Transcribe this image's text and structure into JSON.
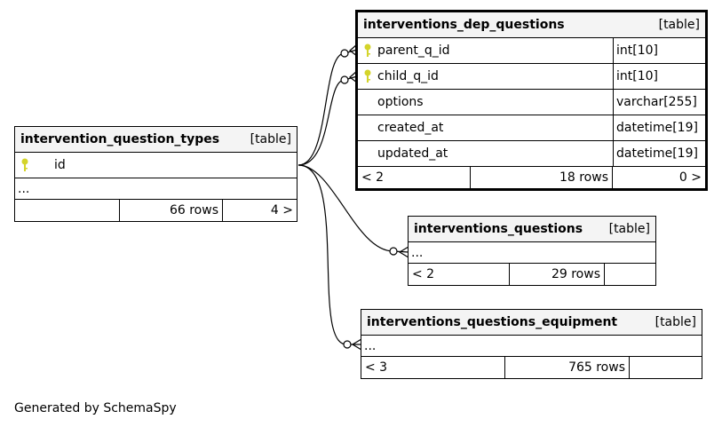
{
  "tables": {
    "intervention_question_types": {
      "name": "intervention_question_types",
      "type": "[table]",
      "column": "id",
      "ellipsis": "...",
      "footer": {
        "left": "",
        "rows": "66 rows",
        "right": "4 >"
      }
    },
    "interventions_dep_questions": {
      "name": "interventions_dep_questions",
      "type": "[table]",
      "columns": [
        {
          "name": "parent_q_id",
          "type": "int[10]",
          "key": true
        },
        {
          "name": "child_q_id",
          "type": "int[10]",
          "key": true
        },
        {
          "name": "options",
          "type": "varchar[255]",
          "key": false
        },
        {
          "name": "created_at",
          "type": "datetime[19]",
          "key": false
        },
        {
          "name": "updated_at",
          "type": "datetime[19]",
          "key": false
        }
      ],
      "footer": {
        "left": "< 2",
        "rows": "18 rows",
        "right": "0 >"
      }
    },
    "interventions_questions": {
      "name": "interventions_questions",
      "type": "[table]",
      "ellipsis": "...",
      "footer": {
        "left": "< 2",
        "rows": "29 rows",
        "right": ""
      }
    },
    "interventions_questions_equipment": {
      "name": "interventions_questions_equipment",
      "type": "[table]",
      "ellipsis": "...",
      "footer": {
        "left": "< 3",
        "rows": "765 rows",
        "right": ""
      }
    }
  },
  "colors": {
    "key_icon": "#d4d42a",
    "header_bg": "#f4f4f4"
  },
  "footer_text": "Generated by SchemaSpy"
}
